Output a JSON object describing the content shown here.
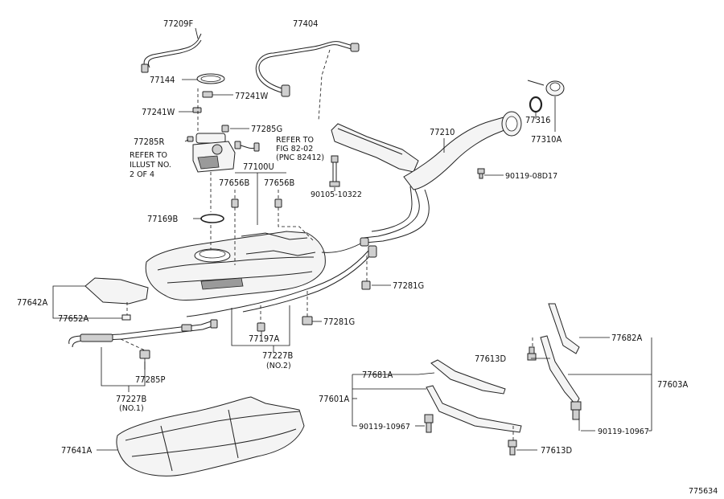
{
  "diagram_id": "775634",
  "labels": {
    "p77209F": "77209F",
    "p77404": "77404",
    "p77144": "77144",
    "p77241W_left": "77241W",
    "p77241W_right": "77241W",
    "p77285R": "77285R",
    "p77285G": "77285G",
    "ref_illust_line1": "REFER TO",
    "ref_illust_line2": "ILLUST NO.",
    "ref_illust_line3": "2 OF 4",
    "ref_fig_line1": "REFER TO",
    "ref_fig_line2": "FIG 82-02",
    "ref_fig_line3": "(PNC 82412)",
    "p77100U": "77100U",
    "p77656B_left": "77656B",
    "p77656B_right": "77656B",
    "p90105_10322": "90105-10322",
    "p77210": "77210",
    "p77316": "77316",
    "p77310A": "77310A",
    "p90119_08D17": "90119-08D17",
    "p77169B": "77169B",
    "p77642A": "77642A",
    "p77652A": "77652A",
    "p77281G_top": "77281G",
    "p77281G_bottom": "77281G",
    "p77197A": "77197A",
    "p77227B_no2": "77227B",
    "no2": "(NO.2)",
    "p77285P": "77285P",
    "p77227B_no1": "77227B",
    "no1": "(NO.1)",
    "p77641A": "77641A",
    "p77682A": "77682A",
    "p77613D_top": "77613D",
    "p77603A": "77603A",
    "p77681A": "77681A",
    "p77601A": "77601A",
    "p90119_10967_left": "90119-10967",
    "p90119_10967_right": "90119-10967",
    "p77613D_bottom": "77613D"
  }
}
